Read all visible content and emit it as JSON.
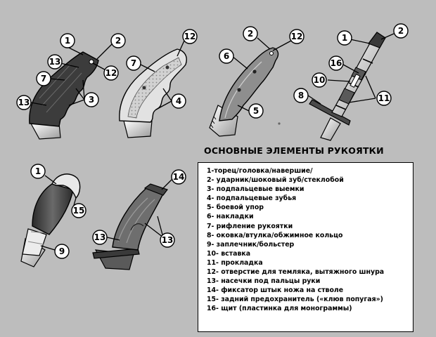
{
  "title": "ОСНОВНЫЕ ЭЛЕМЕНТЫ РУКОЯТКИ",
  "legend": [
    "1-торец/головка/навершие/",
    "2- ударник/шоковый зуб/стеклобой",
    "3- подпальцевые выемки",
    "4- подпальцевые зубья",
    "5- боевой упор",
    "6- накладки",
    "7- рифление рукоятки",
    "8- оковка/втулка/обжимное кольцо",
    "9- заплечник/больстер",
    "10- вставка",
    "11- прокладка",
    "12- отверстие для темляка, вытяжного шнура",
    "13- насечки под пальцы руки",
    "14- фиксатор штык ножа на стволе",
    "15- задний предохранитель («клюв попугая»)",
    "16- щит (пластинка для монограммы)"
  ],
  "callouts": {
    "c1": "1",
    "c2": "2",
    "c3": "3",
    "c4": "4",
    "c5": "5",
    "c6": "6",
    "c7": "7",
    "c8": "8",
    "c9": "9",
    "c10": "10",
    "c11": "11",
    "c12": "12",
    "c13": "13",
    "c14": "14",
    "c15": "15",
    "c16": "16"
  }
}
